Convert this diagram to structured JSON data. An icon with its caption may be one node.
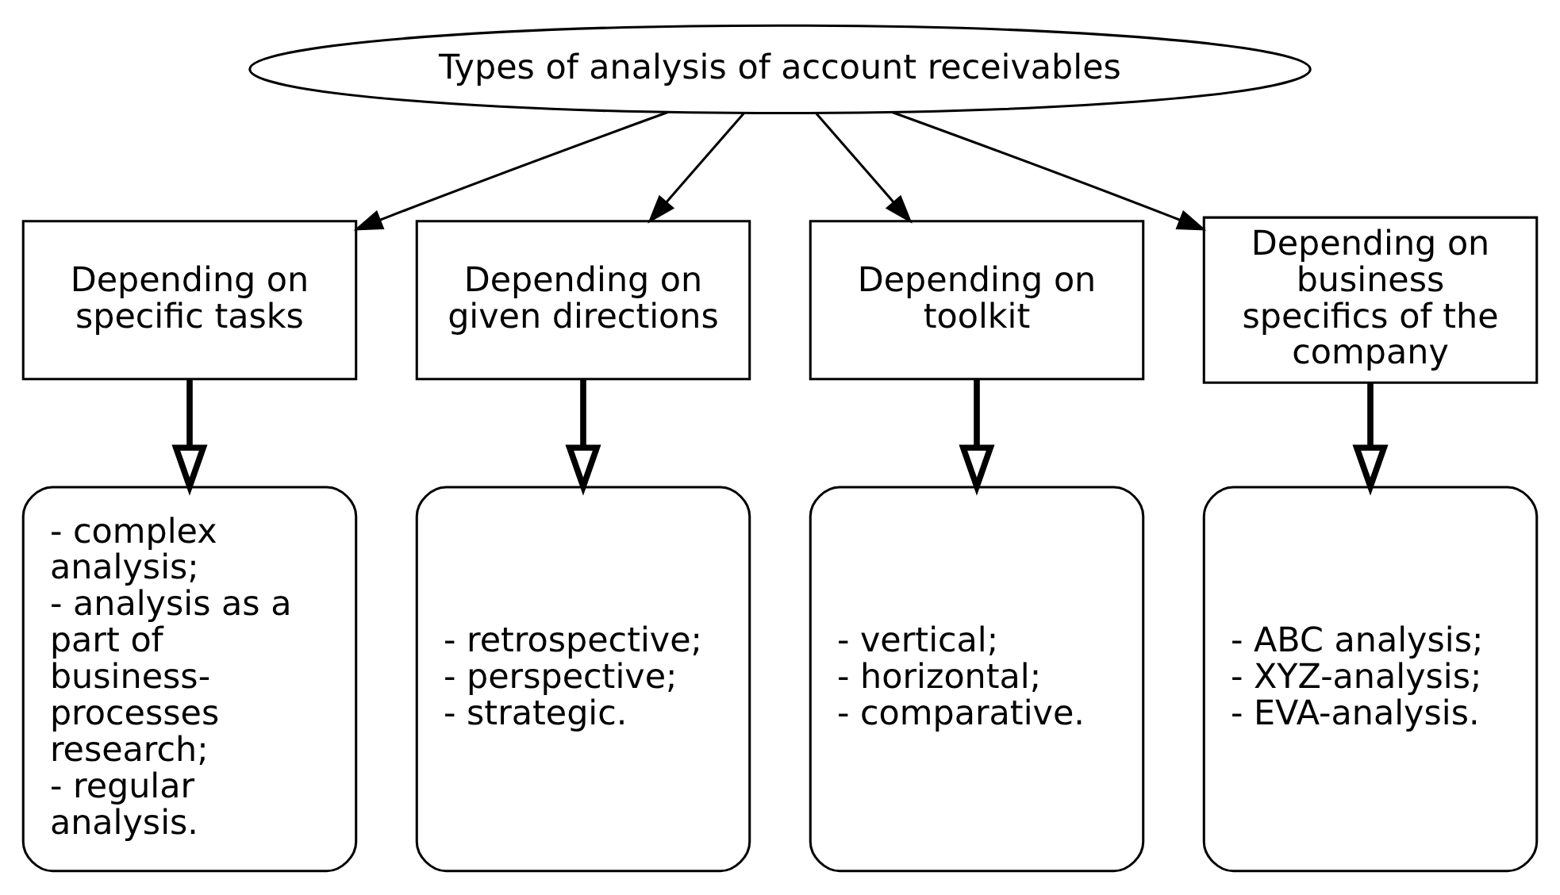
{
  "diagram": {
    "nodes": [
      {
        "text": [
          "Types of analysis of account receivables"
        ]
      },
      {
        "text": [
          "Depending on specific tasks"
        ]
      },
      {
        "text": [
          "Depending on given directions"
        ]
      },
      {
        "text": [
          "Depending on toolkit"
        ]
      },
      {
        "text": [
          "Depending on business specifics of the company"
        ]
      },
      {
        "text": [
          "- complex analysis;",
          "- analysis as a part of business-processes research;",
          "- regular analysis."
        ]
      },
      {
        "text": [
          "- retrospective;",
          "- perspective;",
          "- strategic."
        ]
      },
      {
        "text": [
          "- vertical;",
          "- horizontal;",
          "- comparative."
        ]
      },
      {
        "text": [
          "- ABC analysis;",
          "- XYZ-analysis;",
          "- EVA-analysis."
        ]
      }
    ],
    "edges": [
      {
        "from": 0,
        "to": 1,
        "arrow": "to"
      },
      {
        "from": 0,
        "to": 2,
        "arrow": "to"
      },
      {
        "from": 0,
        "to": 3,
        "arrow": "to"
      },
      {
        "from": 0,
        "to": 4,
        "arrow": "to"
      },
      {
        "from": 1,
        "to": 5,
        "arrow": "to",
        "style": "thick"
      },
      {
        "from": 2,
        "to": 6,
        "arrow": "to",
        "style": "thick"
      },
      {
        "from": 3,
        "to": 7,
        "arrow": "to",
        "style": "thick"
      },
      {
        "from": 4,
        "to": 8,
        "arrow": "to",
        "style": "thick"
      }
    ]
  }
}
